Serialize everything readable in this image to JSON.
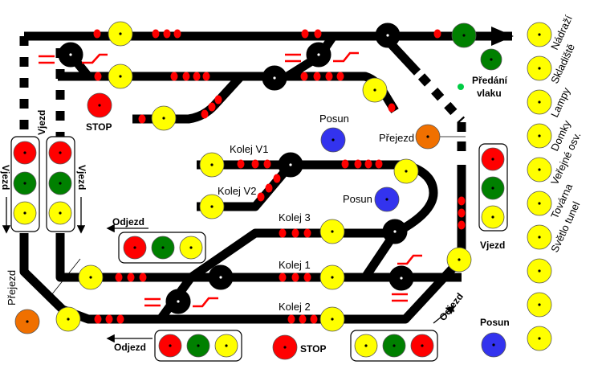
{
  "colors": {
    "track": "#000000",
    "lamp_yellow": "#ffff00",
    "lamp_red": "#ff0000",
    "lamp_green": "#008000",
    "lamp_blue": "#3333ee",
    "lamp_orange": "#f07000",
    "bead": "#ff0000",
    "signal_accent": "#ff0000"
  },
  "tracks": {
    "kolej_v1": "Kolej V1",
    "kolej_v2": "Kolej V2",
    "kolej_1": "Kolej 1",
    "kolej_2": "Kolej 2",
    "kolej_3": "Kolej 3"
  },
  "labels": {
    "stop_left": "STOP",
    "stop_bottom": "STOP",
    "posun_top": "Posun",
    "posun_mid": "Posun",
    "posun_bottom": "Posun",
    "prejezd_right": "Přejezd",
    "prejezd_left": "Přejezd",
    "predani_line1": "Předání",
    "predani_line2": "vlaku",
    "vjezd_left_a": "Vjezd",
    "vjezd_left_b": "Vjezd",
    "vjezd_left_c": "Vjezd",
    "vjezd_right": "Vjezd",
    "odjezd_left": "Odjezd",
    "odjezd_bottom": "Odjezd",
    "odjezd_right": "Odjezd"
  },
  "legend": {
    "items": [
      "Nádraží",
      "Skladiště",
      "Lampy",
      "Domky",
      "Veřejné osv.",
      "Továrna",
      "Světlo tunel",
      "",
      "",
      ""
    ]
  }
}
